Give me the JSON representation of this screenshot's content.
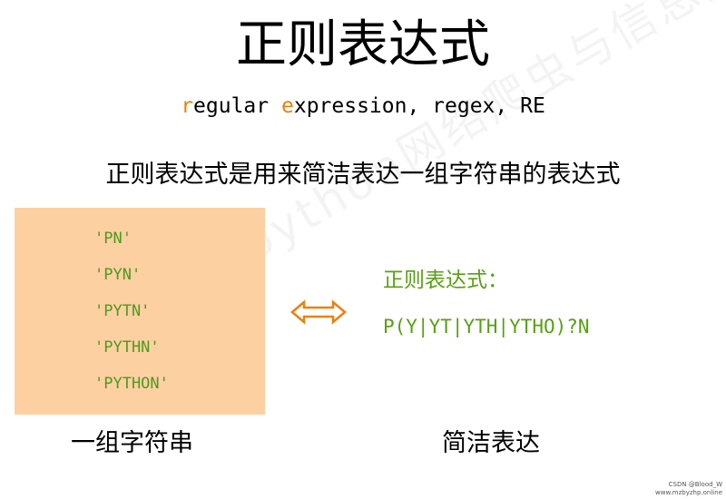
{
  "watermark": "python网络爬虫与信息提取",
  "title": "正则表达式",
  "subtitle": {
    "parts": [
      "r",
      "egular ",
      "e",
      "xpression, regex, RE"
    ]
  },
  "description": "正则表达式是用来简洁表达一组字符串的表达式",
  "string_set": {
    "items": [
      "'PN'",
      "'PYN'",
      "'PYTN'",
      "'PYTHN'",
      "'PYTHON'"
    ]
  },
  "regex": {
    "label": "正则表达式：",
    "value": "P(Y|YT|YTH|YTHO)?N"
  },
  "captions": {
    "left": "一组字符串",
    "right": "简洁表达"
  },
  "credit": {
    "line1": "CSDN @Blood_W",
    "line2": "www.mzbyzhp.online"
  },
  "colors": {
    "box_background": "#fdd0a2",
    "code_green": "#4e9a1e",
    "accent_orange": "#e8820f"
  },
  "icons": {
    "equivalence_arrow": "left-right-arrow-icon"
  }
}
